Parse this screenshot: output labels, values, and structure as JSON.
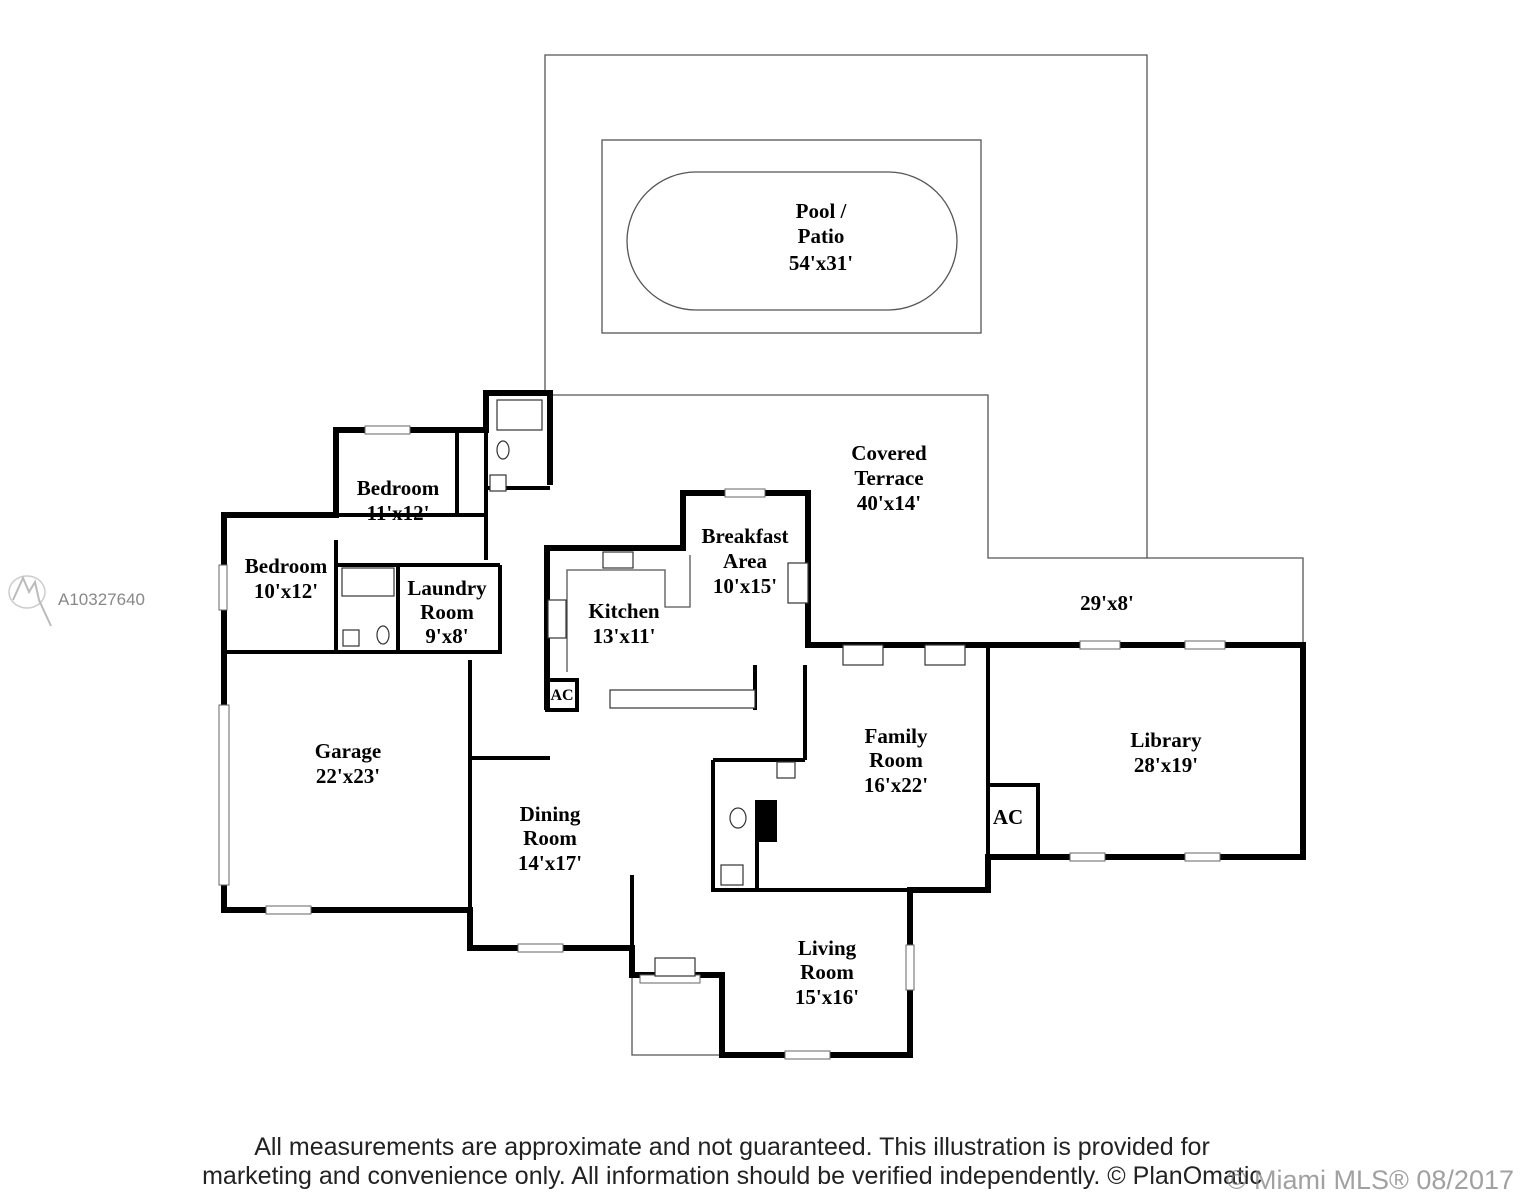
{
  "rooms": {
    "pool": {
      "name1": "Pool /",
      "name2": "Patio",
      "size": "54'x31'"
    },
    "covered_terrace": {
      "name1": "Covered",
      "name2": "Terrace",
      "size": "40'x14'"
    },
    "terrace_ext": {
      "size": "29'x8'"
    },
    "bedroom1": {
      "name": "Bedroom",
      "size": "11'x12'"
    },
    "bedroom2": {
      "name": "Bedroom",
      "size": "10'x12'"
    },
    "laundry": {
      "name1": "Laundry",
      "name2": "Room",
      "size": "9'x8'"
    },
    "breakfast": {
      "name1": "Breakfast",
      "name2": "Area",
      "size": "10'x15'"
    },
    "kitchen": {
      "name": "Kitchen",
      "size": "13'x11'"
    },
    "garage": {
      "name": "Garage",
      "size": "22'x23'"
    },
    "family": {
      "name1": "Family",
      "name2": "Room",
      "size": "16'x22'"
    },
    "library": {
      "name": "Library",
      "size": "28'x19'"
    },
    "dining": {
      "name1": "Dining",
      "name2": "Room",
      "size": "14'x17'"
    },
    "living": {
      "name1": "Living",
      "name2": "Room",
      "size": "15'x16'"
    },
    "ac1": "AC",
    "ac2": "AC"
  },
  "watermark": {
    "listing_id": "A10327640",
    "logo": "MLS"
  },
  "footer": {
    "line1": "All measurements are approximate and not guaranteed. This illustration is provided for",
    "line2": "marketing and convenience only. All information should be verified independently. © PlanOmatic",
    "copyright": "© Miami MLS® 08/2017"
  }
}
